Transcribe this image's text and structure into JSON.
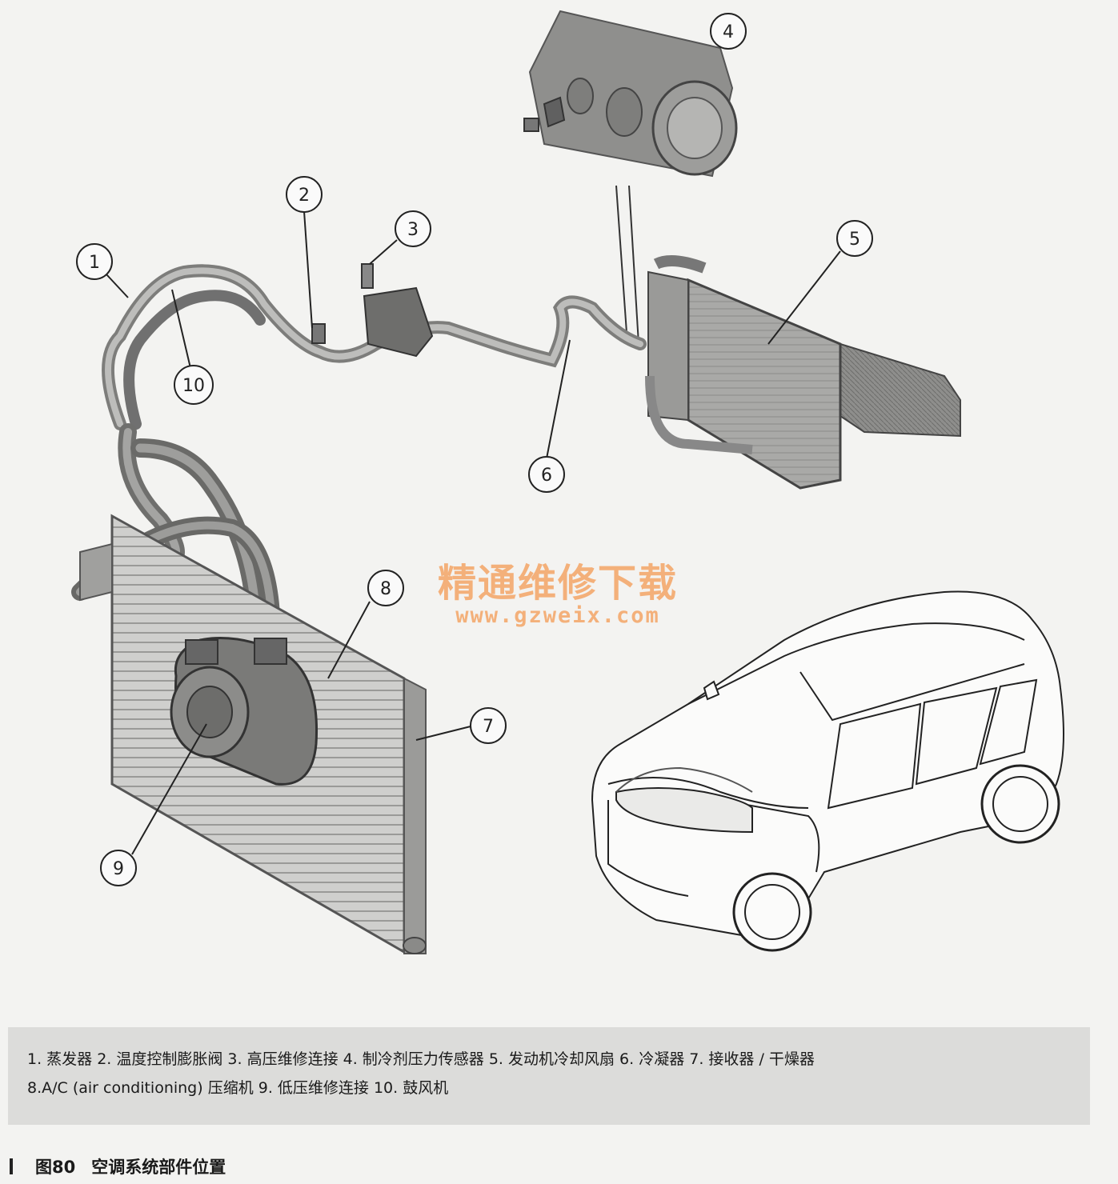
{
  "callouts": [
    "1",
    "2",
    "3",
    "4",
    "5",
    "6",
    "7",
    "8",
    "9",
    "10"
  ],
  "watermark": {
    "cn": "精通维修下载",
    "url": "www.gzweix.com"
  },
  "legend": {
    "line1": "1. 蒸发器  2. 温度控制膨胀阀  3. 高压维修连接  4. 制冷剂压力传感器  5. 发动机冷却风扇  6. 冷凝器  7. 接收器 / 干燥器",
    "line2": "8.A/C (air conditioning) 压缩机  9. 低压维修连接  10. 鼓风机"
  },
  "caption": {
    "figure": "图80",
    "title": "空调系统部件位置"
  }
}
